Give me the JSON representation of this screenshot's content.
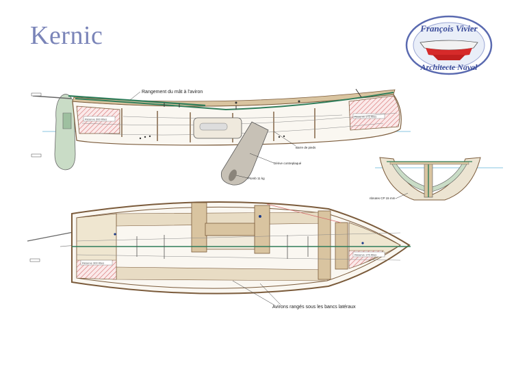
{
  "title": "Kernic",
  "logo": {
    "top_text": "François Vivier",
    "bottom_text": "Architecte Naval"
  },
  "annotations": {
    "mast_storage": "Rangement du mât à l'aviron",
    "foot_bar": "Barre de pieds",
    "centerboard": "Dérive contreplaqué",
    "lead": "Plomb 11 kg",
    "frames": "nbrutes CP 15 mm",
    "oars": "Avirons rangés sous les bancs latéraux"
  },
  "buoyancy": {
    "side_aft": "Réserve 300 litres",
    "side_fwd": "Réserve 175 litres",
    "plan_aft": "Réserve 300 litres",
    "plan_fwd": "Réserve 175 litres"
  },
  "colors": {
    "title": "#7a84b8",
    "logo_ring": "#5a6ab0",
    "wood": "#d9c4a0",
    "hull_edge": "#7a5a3a",
    "green_trim": "#2f7d5a",
    "rudder": "#c9dcc6",
    "hatch_red": "#d46a6a",
    "waterline": "#5fb0d8"
  }
}
